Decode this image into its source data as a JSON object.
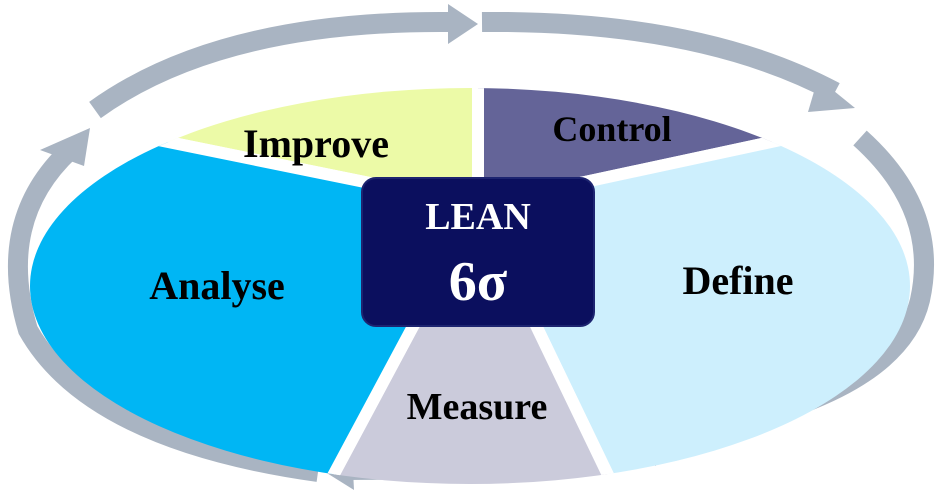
{
  "diagram": {
    "center": {
      "line1": "LEAN",
      "line2": "6σ",
      "color": "#0b0f5e"
    },
    "segments": [
      {
        "key": "improve",
        "label": "Improve",
        "color": "#ecfaa7"
      },
      {
        "key": "control",
        "label": "Control",
        "color": "#646498"
      },
      {
        "key": "define",
        "label": "Define",
        "color": "#cdeffd"
      },
      {
        "key": "measure",
        "label": "Measure",
        "color": "#cbcbdb"
      },
      {
        "key": "analyse",
        "label": "Analyse",
        "color": "#00b6f4"
      }
    ],
    "arrow_color": "#a9b4c2"
  }
}
